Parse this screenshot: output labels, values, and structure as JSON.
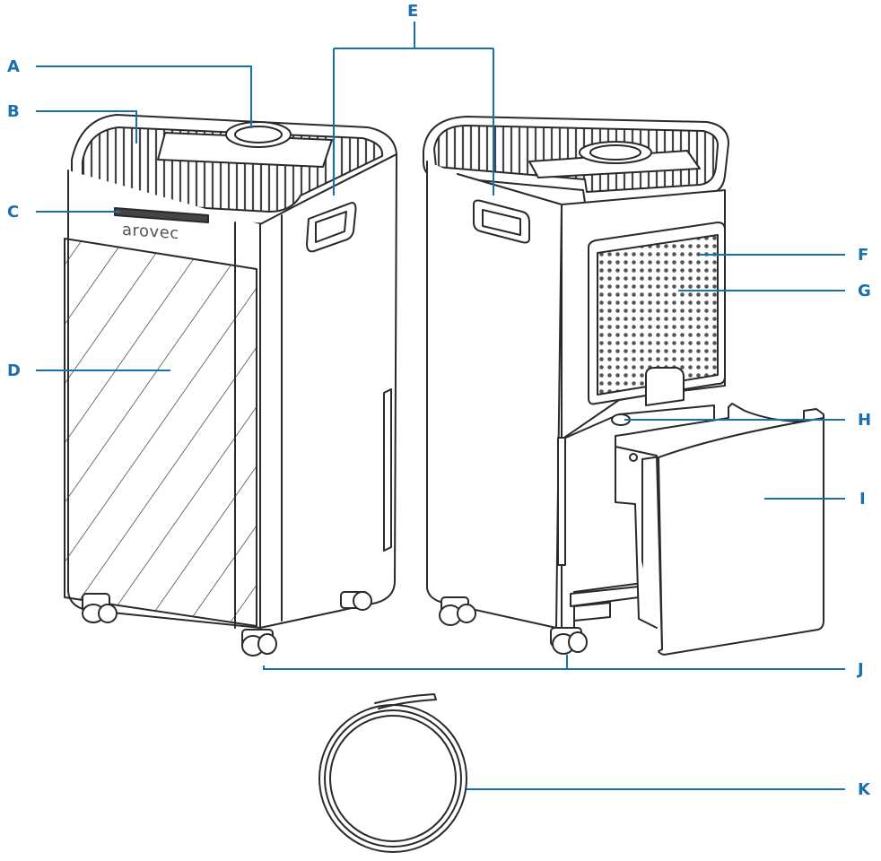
{
  "colors": {
    "callout": "#1a6fad",
    "outline": "#2a2a2a"
  },
  "brand": {
    "text": "arovec"
  },
  "labels": {
    "A": "A",
    "B": "B",
    "C": "C",
    "D": "D",
    "E": "E",
    "F": "F",
    "G": "G",
    "H": "H",
    "I": "I",
    "J": "J",
    "K": "K"
  }
}
